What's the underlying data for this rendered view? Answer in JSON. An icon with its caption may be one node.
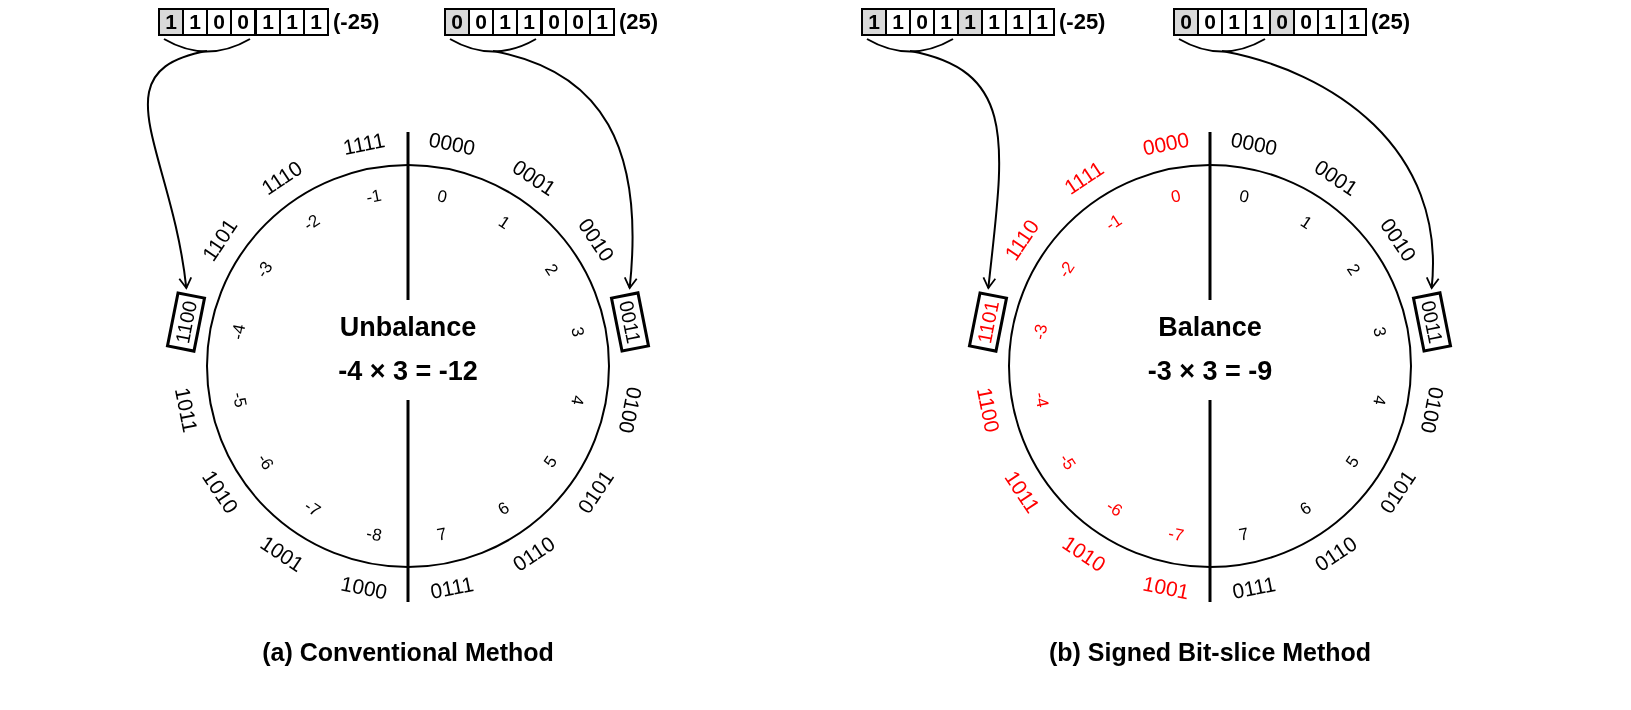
{
  "diagram": {
    "nodes": [
      {
        "text": [
          "1",
          "1",
          "0",
          "0"
        ]
      },
      {
        "text": [
          "1",
          "1",
          "1"
        ],
        "beside": [
          "(-25)"
        ]
      },
      {
        "text": [
          "0",
          "0",
          "1",
          "1"
        ]
      },
      {
        "text": [
          "0",
          "0",
          "1"
        ],
        "beside": [
          "(25)"
        ]
      },
      {
        "text": [
          "1",
          "1",
          "0",
          "1"
        ]
      },
      {
        "text": [
          "1",
          "1",
          "1",
          "1"
        ],
        "beside": [
          "(-25)"
        ]
      },
      {
        "text": [
          "0",
          "0",
          "1",
          "1"
        ]
      },
      {
        "text": [
          "0",
          "0",
          "1",
          "1"
        ],
        "beside": [
          "(25)"
        ]
      },
      {
        "text": [
          "Unbalance",
          "-4 × 3 = -12"
        ],
        "beside": [
          "(a) Conventional Method"
        ]
      },
      {
        "text": [
          "1100"
        ]
      },
      {
        "text": [
          "0011"
        ]
      },
      {
        "text": [
          "Balance",
          "-3 × 3 = -9"
        ],
        "beside": [
          "(b) Signed Bit-slice Method"
        ]
      },
      {
        "text": [
          "1101"
        ]
      },
      {
        "text": [
          "0011"
        ]
      }
    ],
    "edges": [
      {
        "from": 0,
        "to": 9,
        "arrow": "to"
      },
      {
        "from": 2,
        "to": 10,
        "arrow": "to"
      },
      {
        "from": 4,
        "to": 12,
        "arrow": "to"
      },
      {
        "from": 6,
        "to": 13,
        "arrow": "to"
      }
    ],
    "labels": [
      "0000",
      "0001",
      "0010",
      "0100",
      "0101",
      "0110",
      "0111",
      "1000",
      "1001",
      "1010",
      "1011",
      "1101",
      "1110",
      "1111",
      "0",
      "1",
      "2",
      "3",
      "4",
      "5",
      "6",
      "7",
      "-8",
      "-7",
      "-6",
      "-5",
      "-4",
      "-3",
      "-2",
      "-1",
      "0000",
      "0001",
      "0010",
      "0100",
      "0101",
      "0110",
      "0111",
      "1001",
      "1010",
      "1011",
      "1100",
      "1110",
      "1111",
      "0000",
      "0",
      "1",
      "2",
      "3",
      "4",
      "5",
      "6",
      "7",
      "-7",
      "-6",
      "-5",
      "-4",
      "-3",
      "-2",
      "-1",
      "0"
    ]
  }
}
